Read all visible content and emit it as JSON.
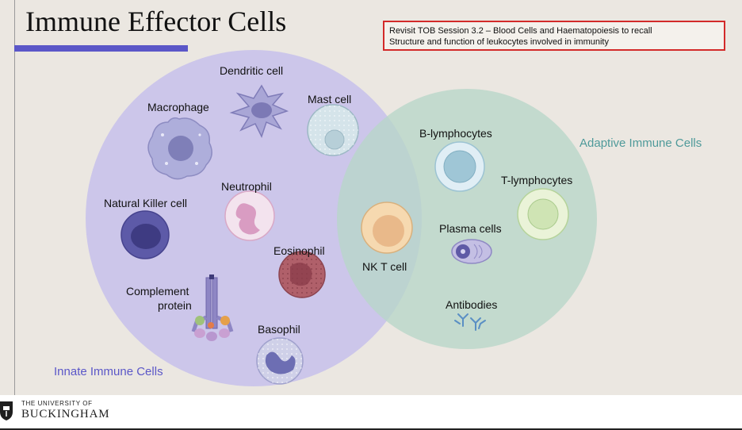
{
  "slide": {
    "title": "Immune Effector Cells",
    "note_line1": "Revisit TOB Session 3.2 – Blood Cells and Haematopoiesis to recall",
    "note_line2": "Structure  and function of leukocytes involved in immunity"
  },
  "groups": {
    "innate": "Innate Immune Cells",
    "adaptive": "Adaptive Immune Cells"
  },
  "cells": {
    "dendritic": "Dendritic cell",
    "macrophage": "Macrophage",
    "mast": "Mast cell",
    "neutrophil": "Neutrophil",
    "nk": "Natural Killer cell",
    "eosinophil": "Eosinophil",
    "complement_line1": "Complement",
    "complement_line2": "protein",
    "basophil": "Basophil",
    "b_lymph": "B-lymphocytes",
    "t_lymph": "T-lymphocytes",
    "plasma": "Plasma cells",
    "nkt": "NK T cell",
    "antibodies": "Antibodies"
  },
  "footer": {
    "university_small": "THE UNIVERSITY OF",
    "university_name": "BUCKINGHAM"
  },
  "colors": {
    "innate_circle": "#c9c3ea",
    "adaptive_circle": "#bcd9cf",
    "accent_bar": "#5b57c8",
    "note_border": "#d32a2a"
  }
}
